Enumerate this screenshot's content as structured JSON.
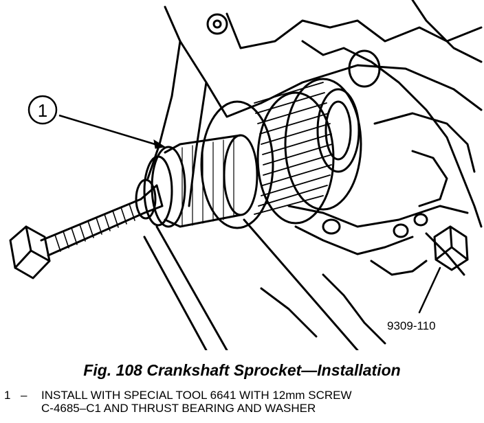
{
  "figure": {
    "callout_number": "1",
    "figure_code": "9309-110"
  },
  "caption": "Fig. 108 Crankshaft Sprocket—Installation",
  "legend": [
    {
      "number": "1",
      "dash": "–",
      "line1": "INSTALL WITH SPECIAL TOOL 6641 WITH 12mm SCREW",
      "line2": "C-4685–C1 AND THRUST BEARING AND WASHER"
    }
  ]
}
